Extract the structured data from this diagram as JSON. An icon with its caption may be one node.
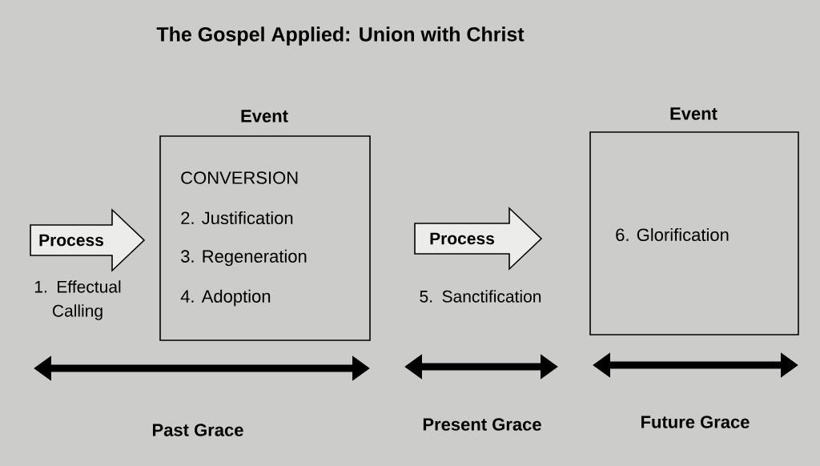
{
  "diagram": {
    "title": "The Gospel Applied: Union with Christ",
    "nodes": [
      {
        "text": [
          "Process"
        ],
        "beside": [
          "1. Effectual Calling"
        ]
      },
      {
        "text": [
          "Event",
          "CONVERSION",
          "2. Justification",
          "3. Regeneration",
          "4. Adoption"
        ]
      },
      {
        "text": [
          "Process"
        ],
        "beside": [
          "5. Sanctification"
        ]
      },
      {
        "text": [
          "Event",
          "6. Glorification"
        ]
      }
    ],
    "edges": [],
    "labels": [
      "Past Grace",
      "Present Grace",
      "Future Grace"
    ]
  }
}
